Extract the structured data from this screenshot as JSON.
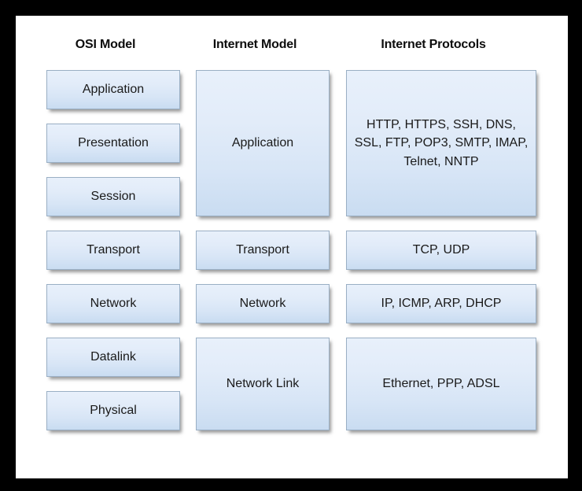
{
  "page": {
    "background_color": "#000000",
    "sheet_color": "#ffffff",
    "box_fill_top": "#e8f0fb",
    "box_fill_bottom": "#c9dcf1",
    "box_border_color": "#9aafc4",
    "text_color": "#1a1a1a",
    "header_color": "#0d0d0d"
  },
  "columns": [
    {
      "header": "OSI Model",
      "boxes": [
        {
          "label": "Application"
        },
        {
          "label": "Presentation"
        },
        {
          "label": "Session"
        },
        {
          "label": "Transport"
        },
        {
          "label": "Network"
        },
        {
          "label": "Datalink"
        },
        {
          "label": "Physical"
        }
      ]
    },
    {
      "header": "Internet Model",
      "boxes": [
        {
          "label": "Application"
        },
        {
          "label": "Transport"
        },
        {
          "label": "Network"
        },
        {
          "label": "Network Link"
        }
      ]
    },
    {
      "header": "Internet Protocols",
      "boxes": [
        {
          "label": "HTTP, HTTPS, SSH, DNS, SSL, FTP, POP3, SMTP, IMAP, Telnet, NNTP"
        },
        {
          "label": "TCP, UDP"
        },
        {
          "label": "IP, ICMP, ARP, DHCP"
        },
        {
          "label": "Ethernet, PPP, ADSL"
        }
      ]
    }
  ]
}
